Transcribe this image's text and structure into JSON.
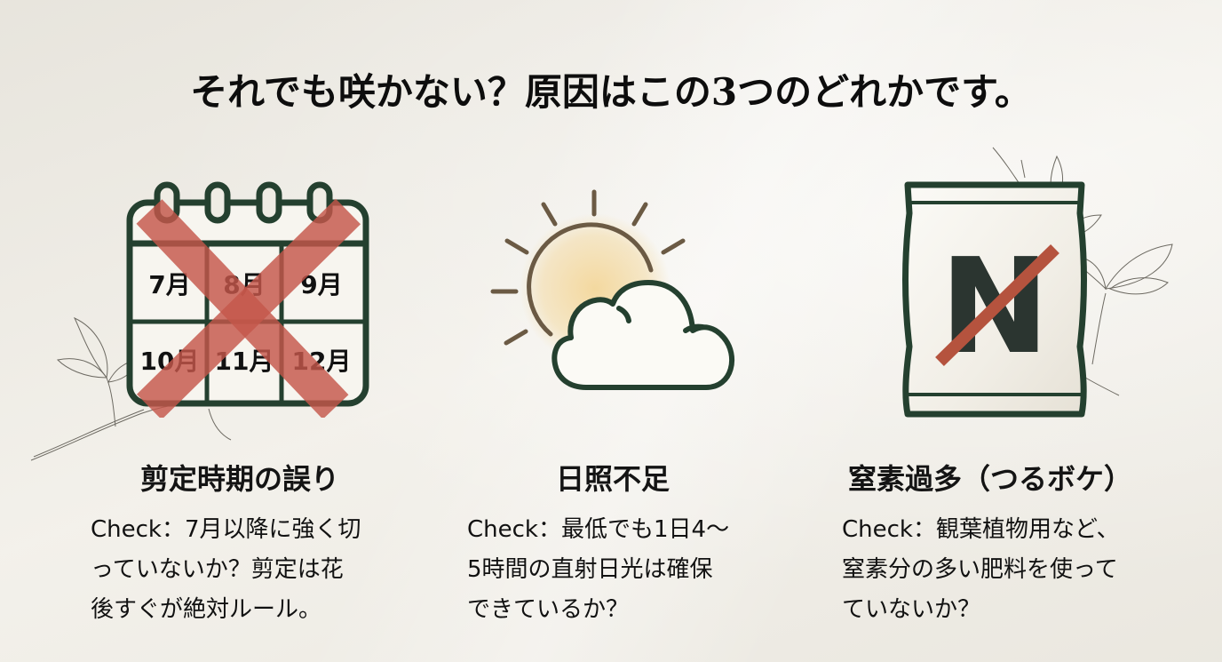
{
  "title": "それでも咲かない？原因はこの3つのどれかです。",
  "colors": {
    "background": "#efece4",
    "icon_green": "#24402f",
    "cross_red": "#c4574a",
    "slash_red": "#b5533e",
    "sun_brown": "#6b5a44",
    "sun_glow": "#f3d79b"
  },
  "causes": [
    {
      "icon": "crossed-calendar-icon",
      "heading": "剪定時期の誤り",
      "body": "Check：7月以降に強く切\n っていないか？剪定は花\n後すぐが絶対ルール。",
      "calendar_months": [
        "7月",
        "8月",
        "9月",
        "10月",
        "11月",
        "12月"
      ]
    },
    {
      "icon": "sun-behind-cloud-icon",
      "heading": "日照不足",
      "body": "Check：最低でも1日4～\n 5時間の直射日光は確保\nできているか？"
    },
    {
      "icon": "no-nitrogen-fertilizer-bag-icon",
      "heading": "窒素過多（つるボケ）",
      "body": "Check：観葉植物用など、\n窒素分の多い肥料を使って\nていないか？",
      "bag_letter": "N"
    }
  ]
}
